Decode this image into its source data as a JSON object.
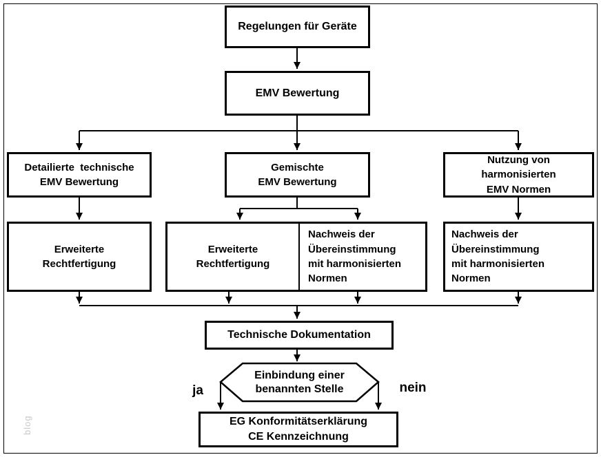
{
  "colors": {
    "line": "#000000",
    "background": "#ffffff",
    "watermark": "#c9c9c9"
  },
  "watermark": "blog",
  "nodes": {
    "regelungen": "Regelungen für Geräte",
    "emv_bewertung": "EMV Bewertung",
    "detailliert": "Detailierte  technische\nEMV Bewertung",
    "gemischt": "Gemischte\nEMV Bewertung",
    "nutzung": "Nutzung von\nharmonisierten\nEMV Normen",
    "erweitert_links": "Erweiterte\nRechtfertigung",
    "erweitert_mitte": "Erweiterte\nRechtfertigung",
    "nachweis_mitte": "Nachweis der\nÜbereinstimmung\nmit harmonisierten\nNormen",
    "nachweis_rechts": "Nachweis der\nÜbereinstimmung\nmit harmonisierten\nNormen",
    "dokumentation": "Technische Dokumentation",
    "einbindung": "Einbindung einer\nbenannten Stelle",
    "eg_konformitaet": "EG Konformitätserklärung\nCE Kennzeichnung"
  },
  "labels": {
    "ja": "ja",
    "nein": "nein"
  }
}
